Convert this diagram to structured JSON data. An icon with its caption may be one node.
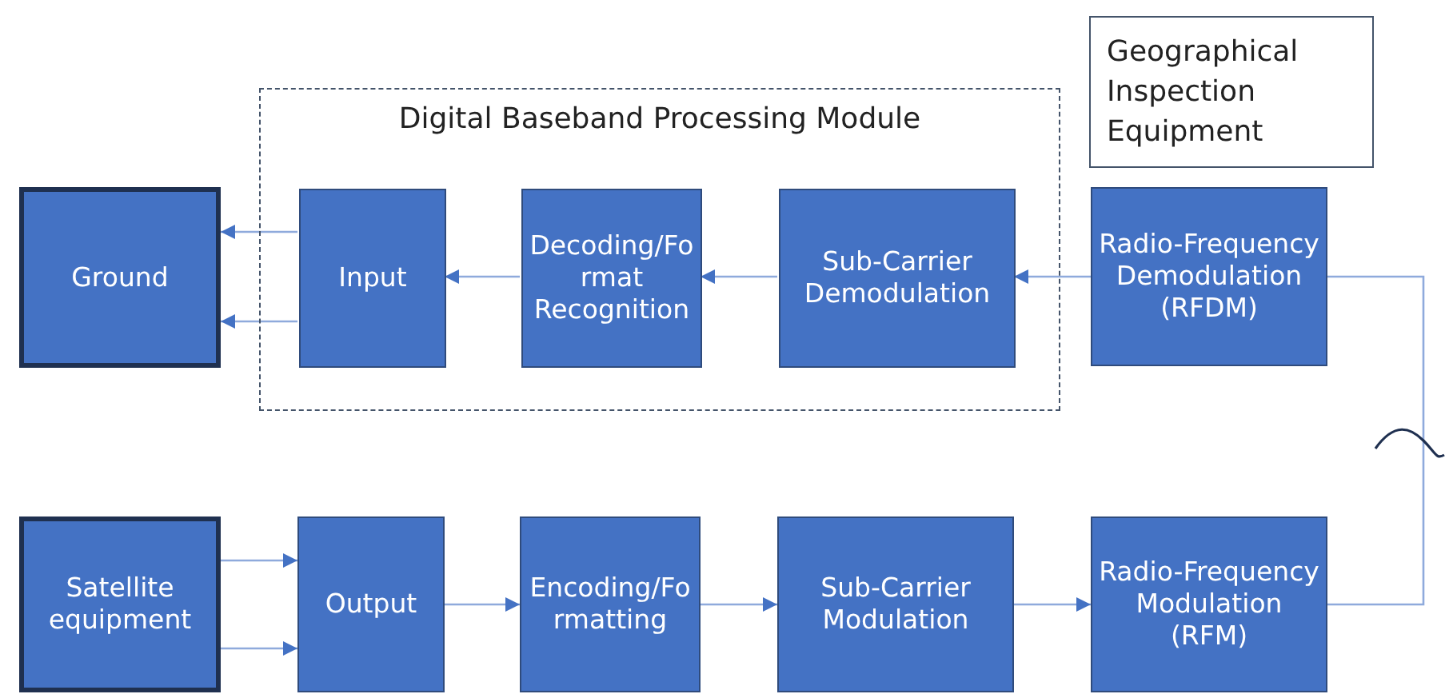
{
  "diagram": {
    "nodes": [
      {
        "text": [
          "Digital Baseband Processing Module"
        ]
      },
      {
        "text": [
          "Geographical Inspection Equipment"
        ]
      },
      {
        "text": [
          "Ground"
        ]
      },
      {
        "text": [
          "Input"
        ],
        "in": 0
      },
      {
        "text": [
          "Decoding/Format Recognition"
        ],
        "in": 0
      },
      {
        "text": [
          "Sub-Carrier Demodulation"
        ],
        "in": 0
      },
      {
        "text": [
          "Radio-Frequency Demodulation (RFDM)"
        ]
      },
      {
        "text": [
          "Satellite equipment"
        ]
      },
      {
        "text": [
          "Output"
        ]
      },
      {
        "text": [
          "Encoding/Formatting"
        ]
      },
      {
        "text": [
          "Sub-Carrier Modulation"
        ]
      },
      {
        "text": [
          "Radio-Frequency Modulation (RFM)"
        ]
      }
    ],
    "edges": [
      {
        "from": 3,
        "to": 2,
        "arrow": "to"
      },
      {
        "from": 3,
        "to": 2,
        "arrow": "to"
      },
      {
        "from": 4,
        "to": 3,
        "arrow": "to"
      },
      {
        "from": 5,
        "to": 4,
        "arrow": "to"
      },
      {
        "from": 6,
        "to": 5,
        "arrow": "to"
      },
      {
        "from": 11,
        "to": 6,
        "arrow": "none"
      },
      {
        "from": 7,
        "to": 8,
        "arrow": "to"
      },
      {
        "from": 7,
        "to": 8,
        "arrow": "to"
      },
      {
        "from": 8,
        "to": 9,
        "arrow": "to"
      },
      {
        "from": 9,
        "to": 10,
        "arrow": "to"
      },
      {
        "from": 10,
        "to": 11,
        "arrow": "to"
      }
    ]
  }
}
